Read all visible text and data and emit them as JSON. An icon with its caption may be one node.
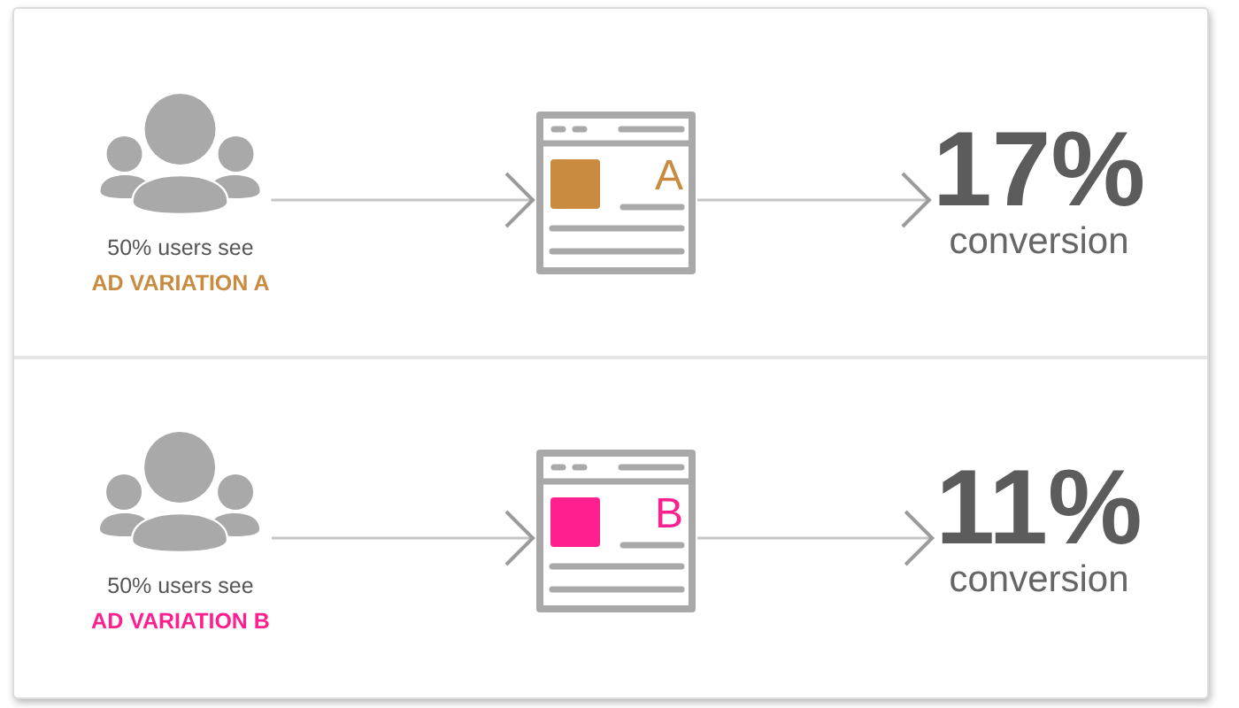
{
  "diagram": {
    "nodes": [
      {
        "text": [
          "50% users see",
          "AD VARIATION A"
        ]
      },
      {
        "text": [
          "A"
        ]
      },
      {
        "text": [
          "17%",
          "conversion"
        ]
      },
      {
        "text": [
          "50% users see",
          "AD VARIATION B"
        ]
      },
      {
        "text": [
          "B"
        ]
      },
      {
        "text": [
          "11%",
          "conversion"
        ]
      }
    ],
    "edges": [
      {
        "from": 0,
        "to": 1,
        "arrow": "to"
      },
      {
        "from": 1,
        "to": 2,
        "arrow": "to"
      },
      {
        "from": 3,
        "to": 4,
        "arrow": "to"
      },
      {
        "from": 4,
        "to": 5,
        "arrow": "to"
      }
    ]
  }
}
